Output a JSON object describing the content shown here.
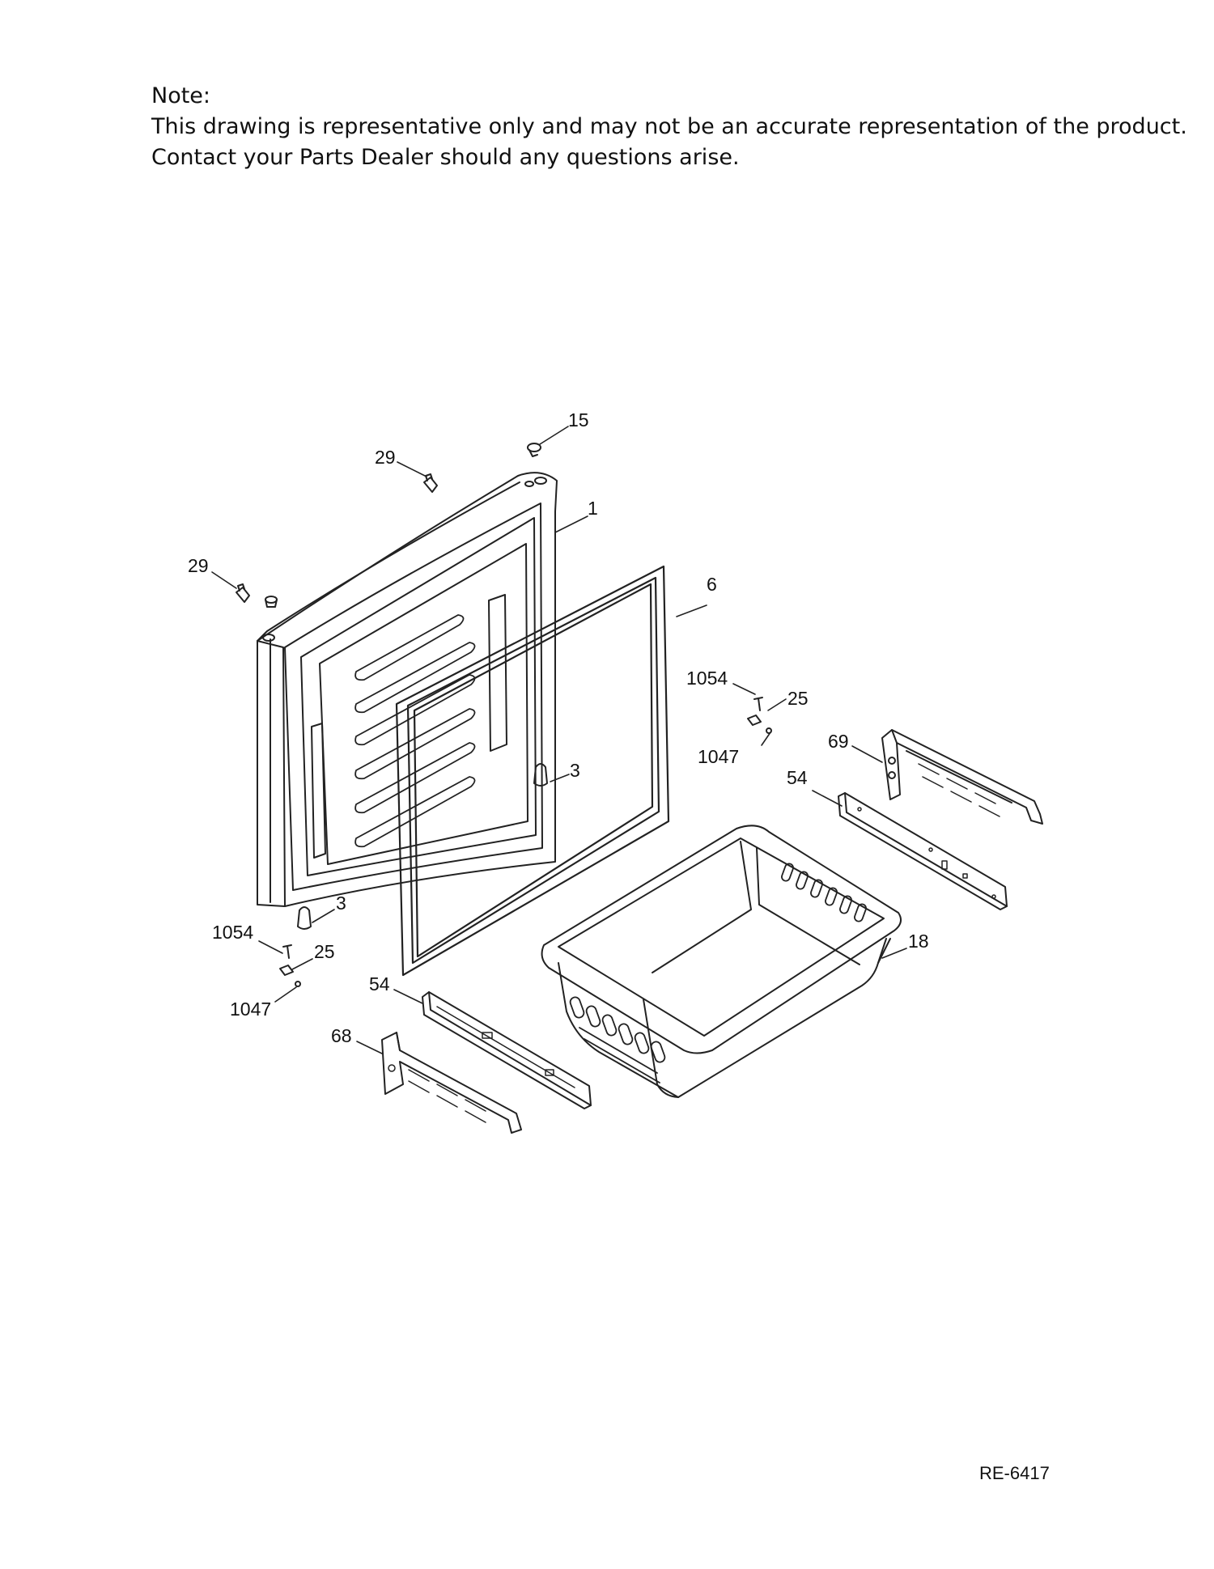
{
  "note": {
    "heading": "Note:",
    "line1": "This drawing is representative only and may not be an accurate representation of the product.",
    "line2": "Contact your Parts Dealer should any questions arise."
  },
  "callouts": {
    "c15": "15",
    "c29a": "29",
    "c1": "1",
    "c29b": "29",
    "c6": "6",
    "c1054a": "1054",
    "c25a": "25",
    "c69": "69",
    "c1047a": "1047",
    "c3a": "3",
    "c54a": "54",
    "c3b": "3",
    "c1054b": "1054",
    "c25b": "25",
    "c18": "18",
    "c1047b": "1047",
    "c54b": "54",
    "c68": "68"
  },
  "reference_code": "RE-6417"
}
